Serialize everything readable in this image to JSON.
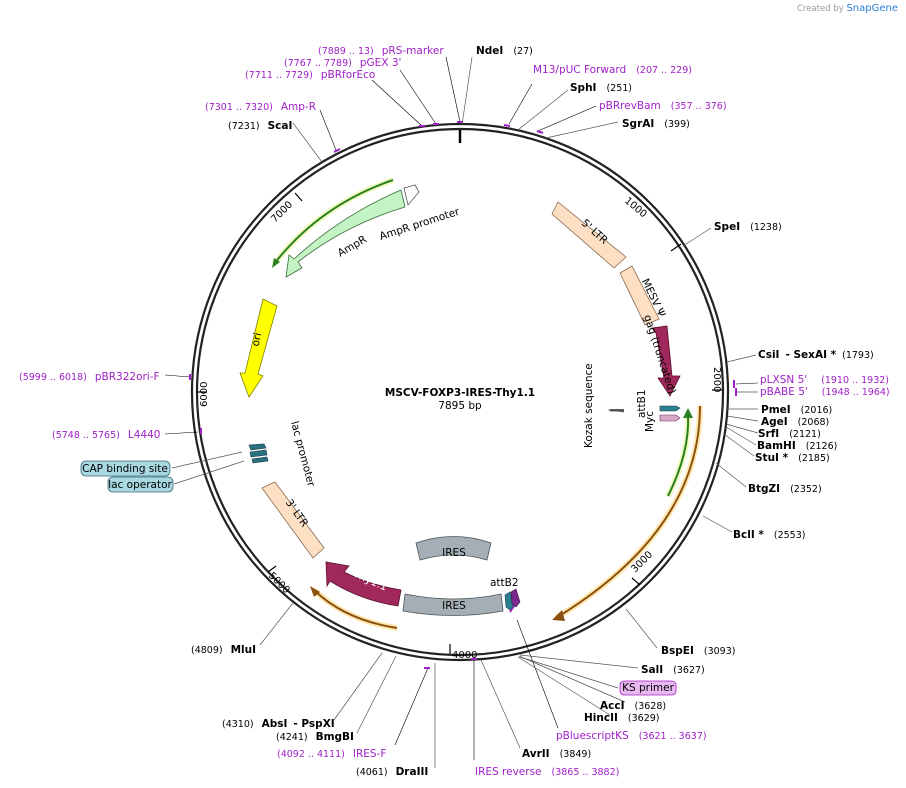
{
  "credit": {
    "prefix": "Created by",
    "brand": "SnapGene"
  },
  "plasmid": {
    "name": "MSCV-FOXP3-IRES-Thy1.1",
    "size_label": "7895 bp"
  },
  "ticks": [
    "1000",
    "2000",
    "3000",
    "4000",
    "5000",
    "6000",
    "7000"
  ],
  "features": {
    "ltr5": "5' LTR",
    "mesv": "MESV Ψ",
    "gag": "gag (truncated)",
    "kozak": "Kozak sequence",
    "attb1": "attB1",
    "myc": "Myc",
    "ires_inner": "IRES",
    "ires_outer": "IRES",
    "attb2": "attB2",
    "thy": "Thy1.1",
    "ltr3": "3' LTR",
    "lacprom": "lac promoter",
    "ori": "ori",
    "ampr": "AmpR",
    "amprprom": "AmpR promoter"
  },
  "boxed": {
    "cap": "CAP binding site",
    "lacop": "lac operator",
    "ks": "KS primer"
  },
  "sites": {
    "ndei": {
      "name": "NdeI",
      "pos": "(27)"
    },
    "sphi": {
      "name": "SphI",
      "pos": "(251)"
    },
    "sgrai": {
      "name": "SgrAI",
      "pos": "(399)"
    },
    "spei": {
      "name": "SpeI",
      "pos": "(1238)"
    },
    "csi": {
      "name": "CsiI",
      "name2": "- SexAI *",
      "pos": "(1793)"
    },
    "pmei": {
      "name": "PmeI",
      "pos": "(2016)"
    },
    "agei": {
      "name": "AgeI",
      "pos": "(2068)"
    },
    "srfi": {
      "name": "SrfI",
      "pos": "(2121)"
    },
    "bamhi": {
      "name": "BamHI",
      "pos": "(2126)"
    },
    "stui": {
      "name": "StuI *",
      "pos": "(2185)"
    },
    "btgzi": {
      "name": "BtgZI",
      "pos": "(2352)"
    },
    "bcli": {
      "name": "BclI *",
      "pos": "(2553)"
    },
    "bspei": {
      "name": "BspEI",
      "pos": "(3093)"
    },
    "sali": {
      "name": "SalI",
      "pos": "(3627)"
    },
    "acci": {
      "name": "AccI",
      "pos": "(3628)"
    },
    "hincii": {
      "name": "HincII",
      "pos": "(3629)"
    },
    "avrii": {
      "name": "AvrII",
      "pos": "(3849)"
    },
    "draiii": {
      "name": "DraIII",
      "pos": "(4061)"
    },
    "bmgbi": {
      "name": "BmgBI",
      "pos": "(4241)"
    },
    "absi": {
      "name": "AbsI",
      "name2": "- PspXI",
      "pos": "(4310)"
    },
    "mlui": {
      "name": "MluI",
      "pos": "(4809)"
    },
    "scai": {
      "name": "ScaI",
      "pos": "(7231)"
    }
  },
  "primers": {
    "m13": {
      "name": "M13/pUC Forward",
      "range": "(207 .. 229)"
    },
    "pbrrev": {
      "name": "pBRrevBam",
      "range": "(357 .. 376)"
    },
    "prs": {
      "name": "pRS-marker",
      "range": "(7889 .. 13)"
    },
    "pgex": {
      "name": "pGEX 3'",
      "range": "(7767 .. 7789)"
    },
    "pbrfor": {
      "name": "pBRforEco",
      "range": "(7711 .. 7729)"
    },
    "ampr_p": {
      "name": "Amp-R",
      "range": "(7301 .. 7320)"
    },
    "plxsn": {
      "name": "pLXSN 5'",
      "range": "(1910 .. 1932)"
    },
    "pbabe": {
      "name": "pBABE 5'",
      "range": "(1948 .. 1964)"
    },
    "pbluescript": {
      "name": "pBluescriptKS",
      "range": "(3621 .. 3637)"
    },
    "iresrev": {
      "name": "IRES reverse",
      "range": "(3865 .. 3882)"
    },
    "iresf": {
      "name": "IRES-F",
      "range": "(4092 .. 4111)"
    },
    "pbr322": {
      "name": "pBR322ori-F",
      "range": "(5999 .. 6018)"
    },
    "l4440": {
      "name": "L4440",
      "range": "(5748 .. 5765)"
    }
  }
}
